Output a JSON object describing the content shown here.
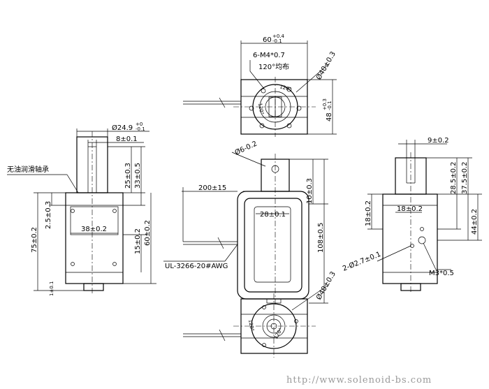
{
  "top_view": {
    "width_base": "60",
    "width_tol_upper": "+0.4",
    "width_tol_lower": "-0.1",
    "thread_spec": "6-M4*0.7",
    "thread_pattern": "120°均布",
    "circle_dia": "Ø40±0.3",
    "height_base": "48",
    "height_tol_upper": "+0.3",
    "height_tol_lower": "-0.1",
    "angle_a": "120°",
    "angle_b": "120°"
  },
  "left_view": {
    "plunger_dia_base": "Ø24.9",
    "plunger_dia_upper": "+0",
    "plunger_dia_lower": "-0.1",
    "slot_width": "8±0.1",
    "bearing_label": "无油润滑轴承",
    "dim_25": "25±0.3",
    "dim_33": "33±0.5",
    "dim_2_5": "2.5±0.3",
    "dim_38": "38±0.2",
    "dim_15": "15±0.2",
    "dim_60": "60±0.2",
    "dim_75": "75±0.2",
    "dim_bottom": "1±0.1"
  },
  "center_view": {
    "hole_dia": "Ø6-0.2",
    "dim_10": "10±0.3",
    "lead_length": "200±15",
    "dim_28": "28±0.1",
    "dim_108": "108±0.5",
    "wire_spec": "UL-3266-20#AWG"
  },
  "right_view": {
    "dim_9": "9±0.2",
    "dim_28_5": "28.5±0.2",
    "dim_37_5": "37.5±0.2",
    "dim_18_h": "18±0.2",
    "dim_18_v": "18±0.2",
    "dim_44": "44±0.2",
    "hole_spec": "2-Ø2.7±0.1",
    "thread_spec": "M3*0.5"
  },
  "bottom_view": {
    "circle_dia": "Ø40±0.3",
    "angle_a": "120°",
    "angle_b": "120°"
  },
  "footer": {
    "url": "http://www.solenoid-bs.com"
  }
}
